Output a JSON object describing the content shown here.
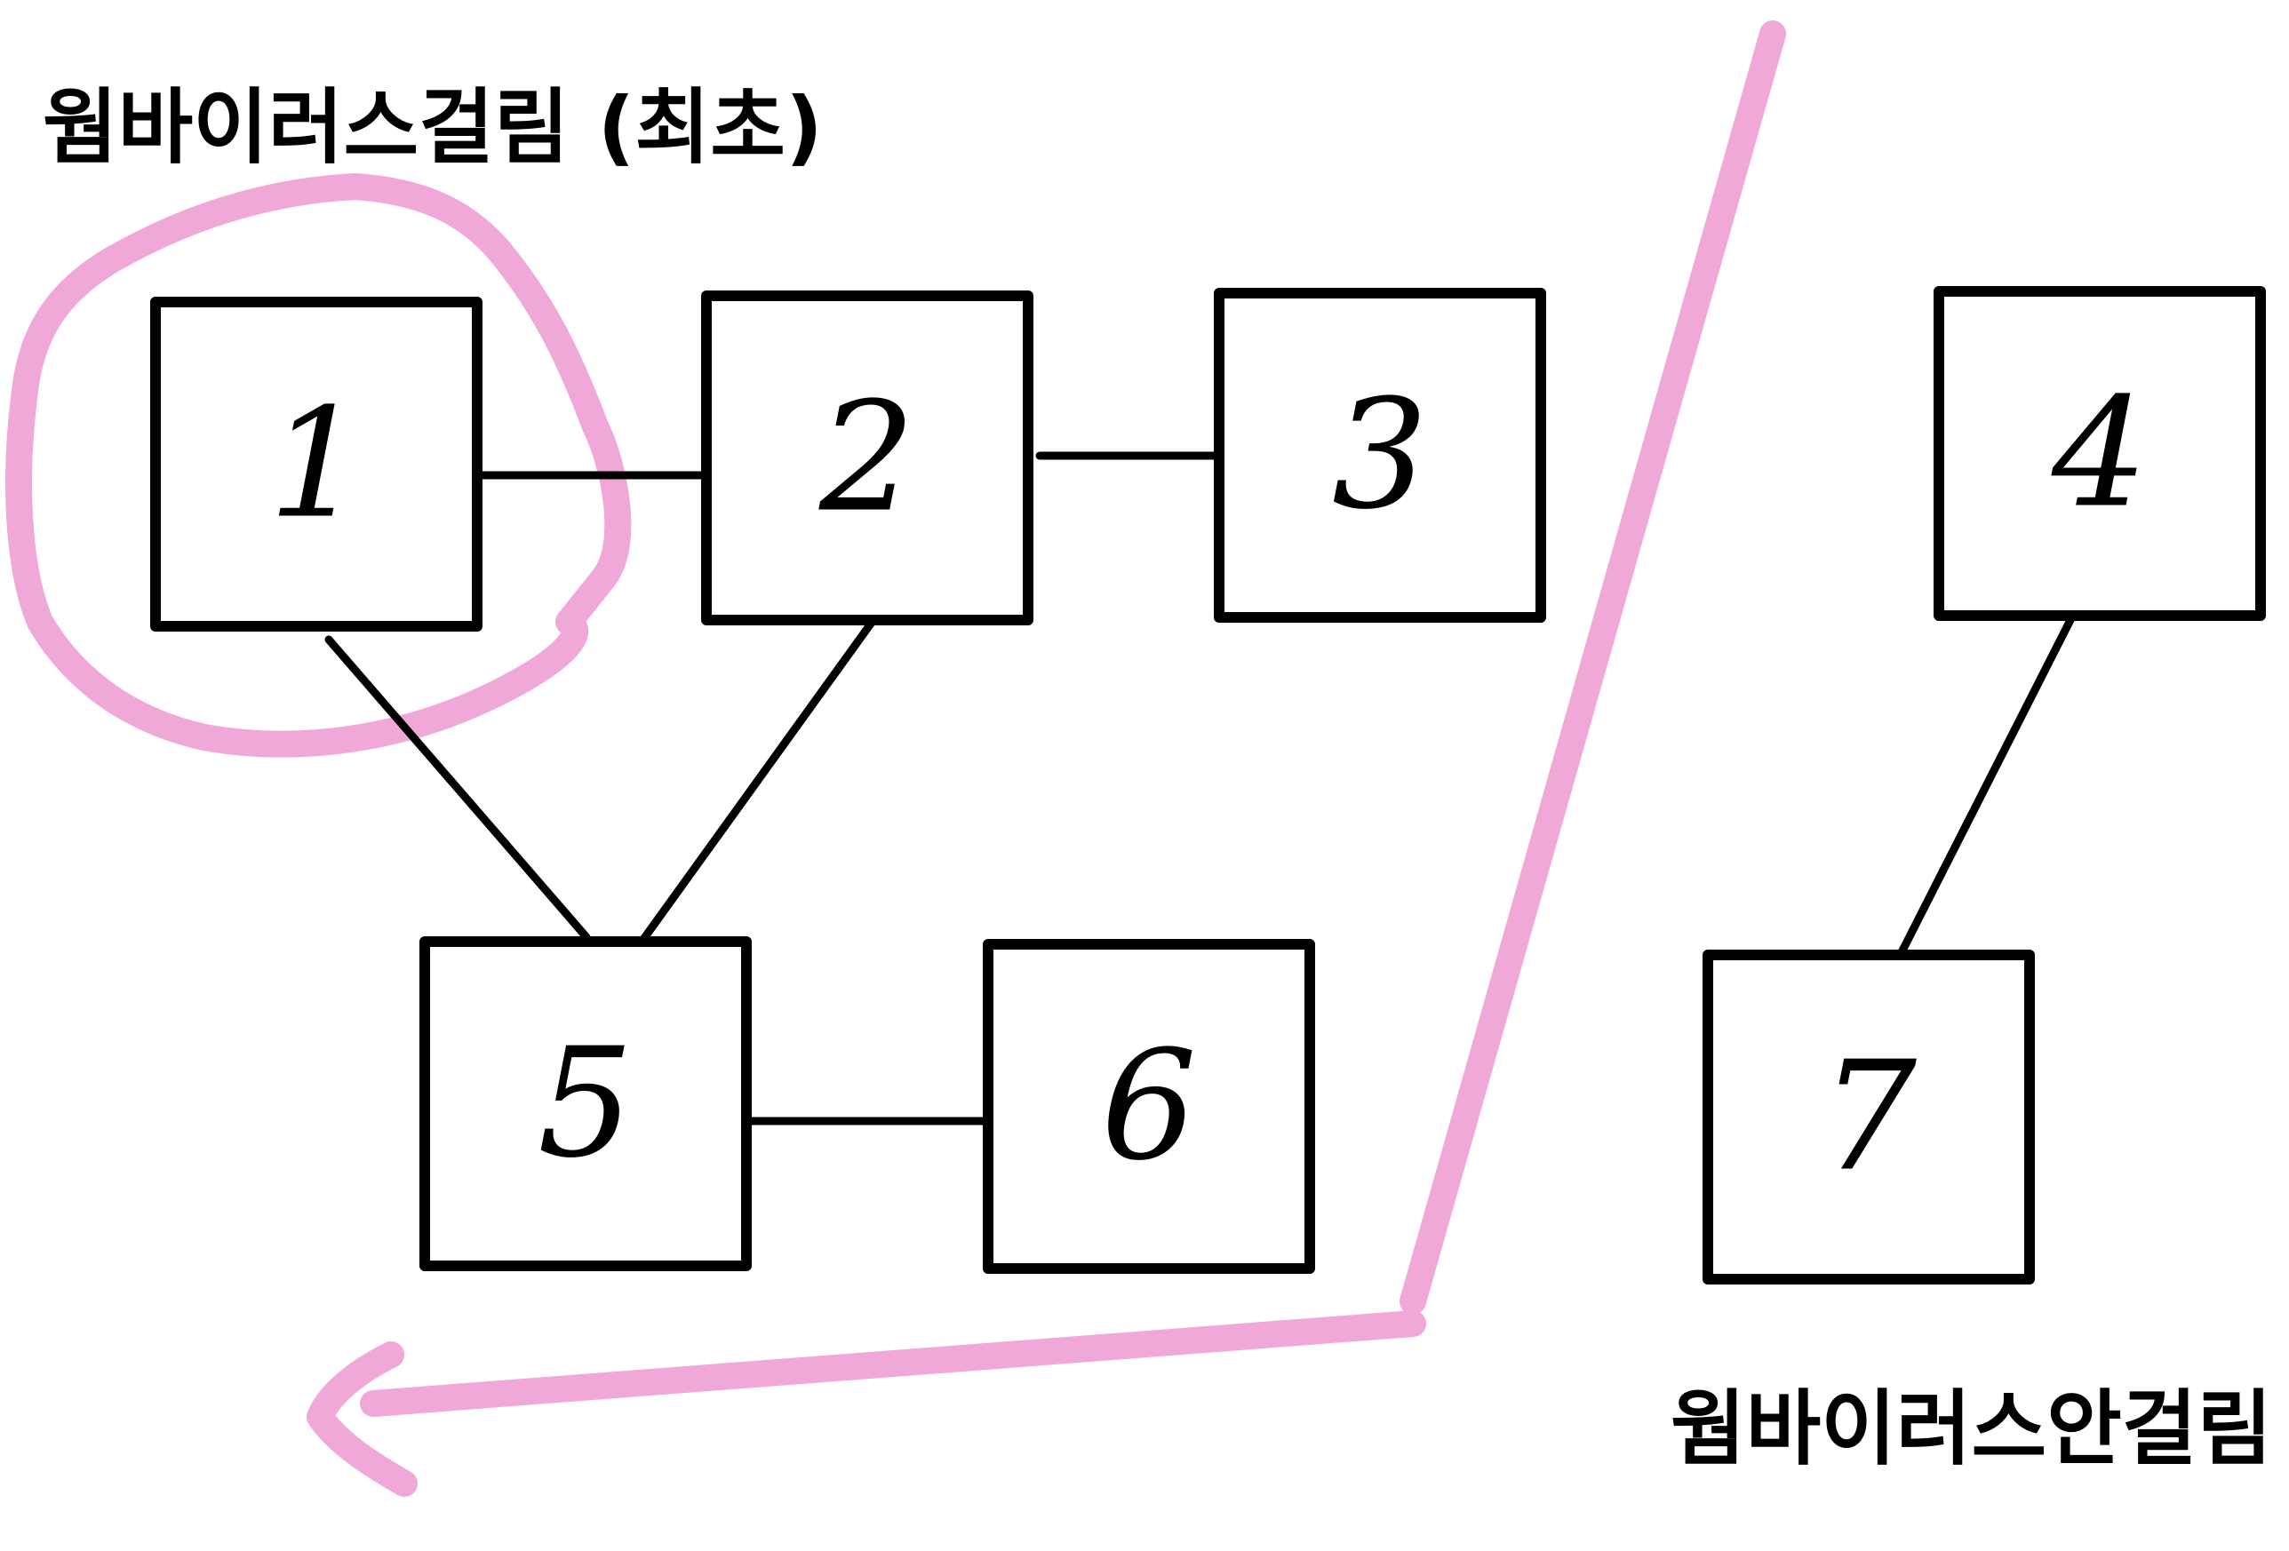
{
  "colors": {
    "highlight": "#f0a8d8",
    "line": "#000000",
    "background": "#ffffff"
  },
  "annotations": {
    "infected": "웜바이러스걸림 (최초)",
    "not_infected": "웜바이러스안걸림"
  },
  "nodes": [
    {
      "id": "1",
      "label": "1"
    },
    {
      "id": "2",
      "label": "2"
    },
    {
      "id": "3",
      "label": "3"
    },
    {
      "id": "4",
      "label": "4"
    },
    {
      "id": "5",
      "label": "5"
    },
    {
      "id": "6",
      "label": "6"
    },
    {
      "id": "7",
      "label": "7"
    }
  ],
  "edges": [
    {
      "from": "1",
      "to": "2"
    },
    {
      "from": "2",
      "to": "3"
    },
    {
      "from": "1",
      "to": "5"
    },
    {
      "from": "2",
      "to": "5"
    },
    {
      "from": "5",
      "to": "6"
    },
    {
      "from": "4",
      "to": "7"
    }
  ]
}
